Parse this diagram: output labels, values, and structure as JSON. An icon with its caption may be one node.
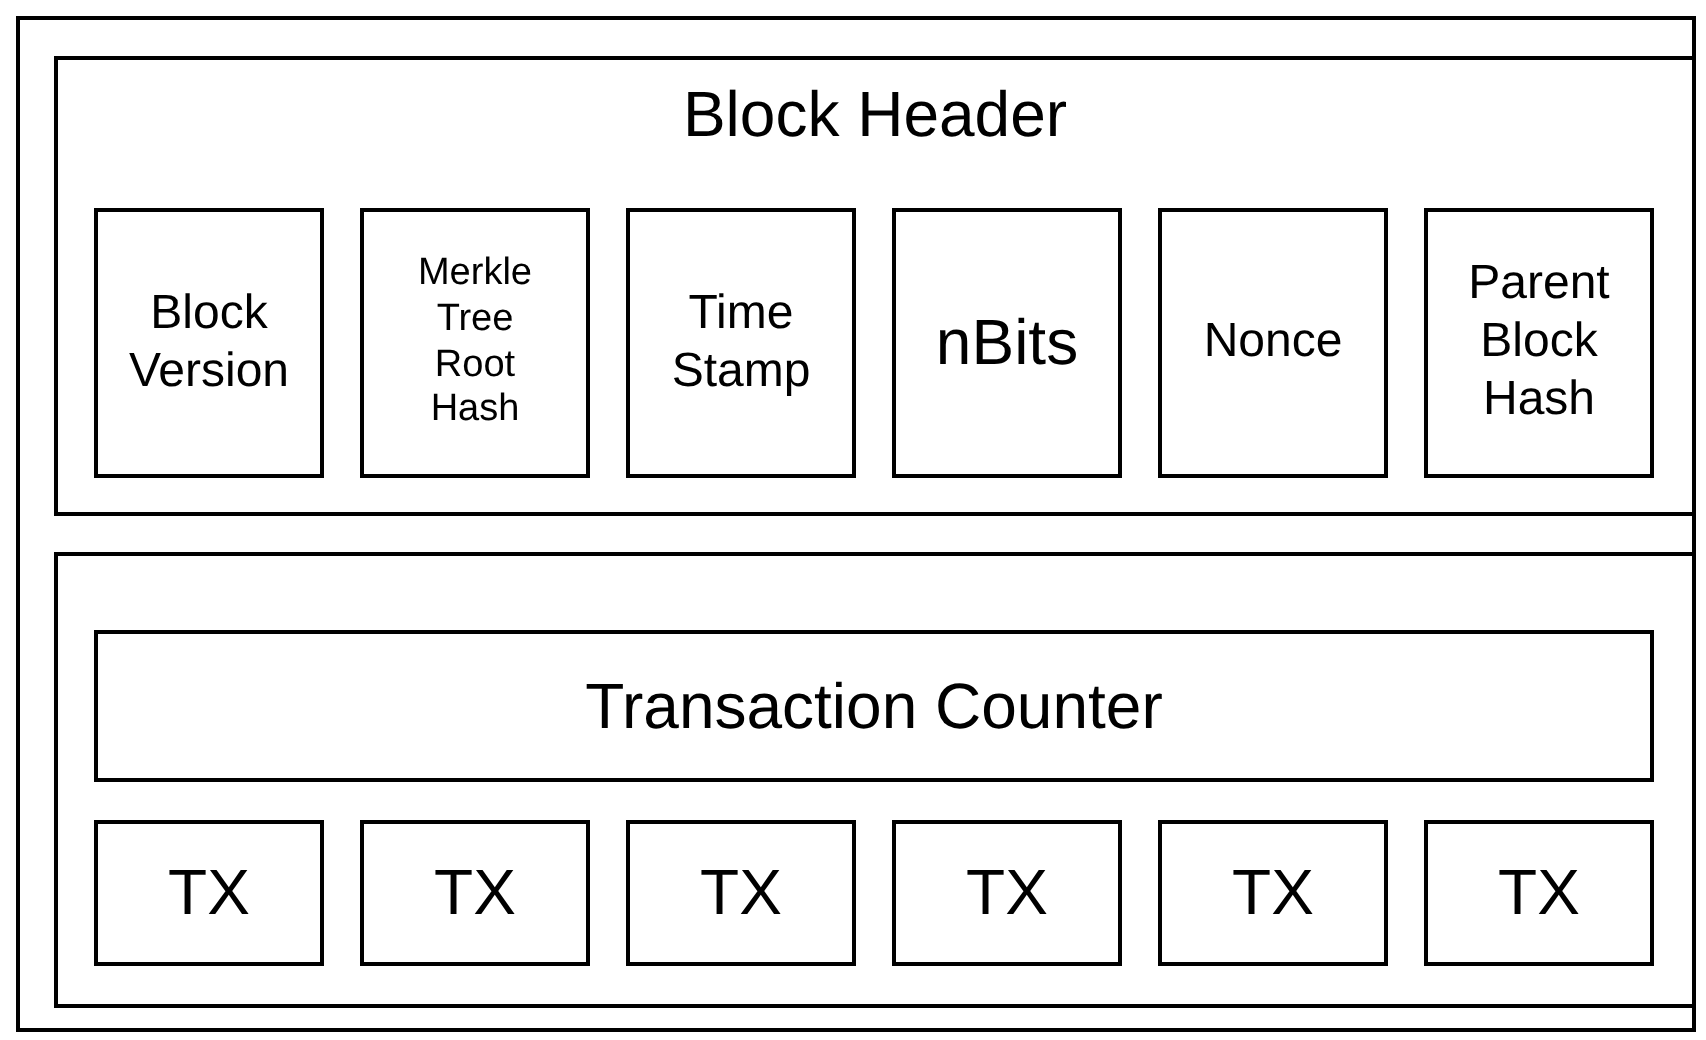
{
  "diagram": {
    "nodes": [
      {
        "text": [],
        "shape": "box"
      },
      {
        "text": [
          "Block Header"
        ],
        "in": 0
      },
      {
        "text": [
          "Block Version"
        ],
        "in": 1
      },
      {
        "text": [
          "Merkle Tree Root Hash"
        ],
        "in": 1
      },
      {
        "text": [
          "Time Stamp"
        ],
        "in": 1
      },
      {
        "text": [
          "nBits"
        ],
        "in": 1
      },
      {
        "text": [
          "Nonce"
        ],
        "in": 1
      },
      {
        "text": [
          "Parent Block Hash"
        ],
        "in": 1
      },
      {
        "text": [],
        "shape": "box",
        "in": 0
      },
      {
        "text": [
          "Transaction Counter"
        ],
        "in": 8
      },
      {
        "text": [
          "TX"
        ],
        "in": 8
      },
      {
        "text": [
          "TX"
        ],
        "in": 8
      },
      {
        "text": [
          "TX"
        ],
        "in": 8
      },
      {
        "text": [
          "TX"
        ],
        "in": 8
      },
      {
        "text": [
          "TX"
        ],
        "in": 8
      },
      {
        "text": [
          "TX"
        ],
        "in": 8
      }
    ]
  }
}
